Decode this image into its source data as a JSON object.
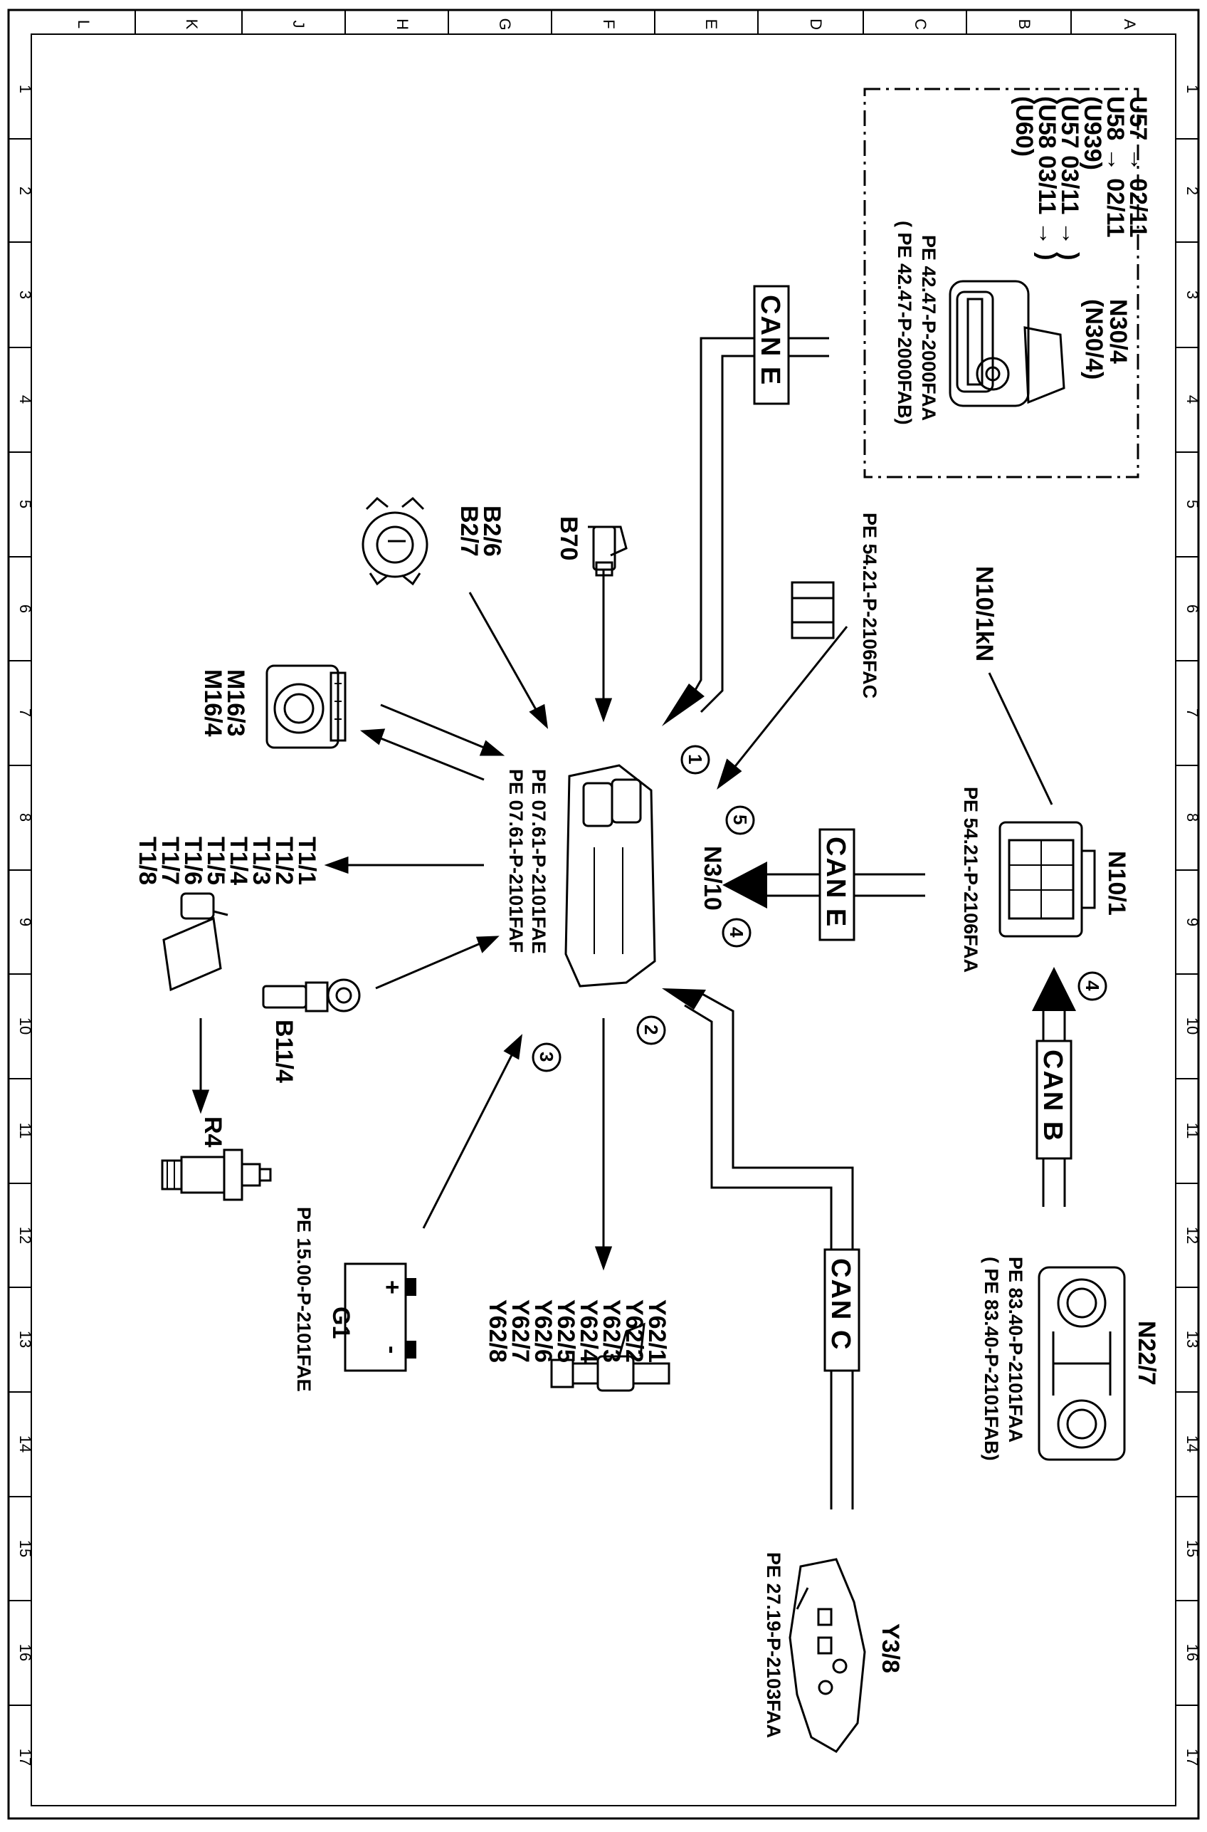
{
  "grid": {
    "letters": [
      "L",
      "K",
      "J",
      "H",
      "G",
      "F",
      "E",
      "D",
      "C",
      "B",
      "A"
    ],
    "numbers": [
      "1",
      "2",
      "3",
      "4",
      "5",
      "6",
      "7",
      "8",
      "9",
      "10",
      "11",
      "12",
      "13",
      "14",
      "15",
      "16",
      "17"
    ]
  },
  "variants_box": {
    "lines": [
      "U57  → 02/11",
      "U58  → 02/11",
      "(U939)",
      "(U57 03/11 → )",
      "(U58 03/11 → )",
      "(U60)"
    ]
  },
  "components": {
    "n30_4": {
      "labels": [
        "N30/4",
        "(N30/4)"
      ],
      "refs": [
        "PE  42.47-P-2000FAA",
        "( PE  42.47-P-2000FAB)"
      ]
    },
    "n10_1kn": {
      "label": "N10/1kN",
      "ref": "PE  54.21-P-2106FAC"
    },
    "n10_1": {
      "label": "N10/1",
      "ref": "PE  54.21-P-2106FAA"
    },
    "n22_7": {
      "label": "N22/7",
      "refs": [
        "PE  83.40-P-2101FAA",
        "( PE  83.40-P-2101FAB)"
      ]
    },
    "y3_8": {
      "label": "Y3/8",
      "ref": "PE  27.19-P-2103FAA"
    },
    "n3_10": {
      "label": "N3/10",
      "refs": [
        "PE  07.61-P-2101FAE",
        "PE  07.61-P-2101FAF"
      ]
    },
    "b70": {
      "label": "B70"
    },
    "b2": {
      "labels": [
        "B2/6",
        "B2/7"
      ]
    },
    "m16": {
      "labels": [
        "M16/3",
        "M16/4"
      ]
    },
    "t1": {
      "labels": [
        "T1/1",
        "T1/2",
        "T1/3",
        "T1/4",
        "T1/5",
        "T1/6",
        "T1/7",
        "T1/8"
      ]
    },
    "b11_4": {
      "label": "B11/4"
    },
    "r4": {
      "label": "R4"
    },
    "g1": {
      "label": "G1",
      "ref": "PE  15.00-P-2101FAE",
      "plus": "+",
      "minus": "-"
    },
    "y62": {
      "labels": [
        "Y62/1",
        "Y62/2",
        "Y62/3",
        "Y62/4",
        "Y62/5",
        "Y62/6",
        "Y62/7",
        "Y62/8"
      ]
    }
  },
  "buses": {
    "can_e_top": "CAN E",
    "can_e_mid": "CAN E",
    "can_b": "CAN B",
    "can_c": "CAN C"
  },
  "callouts": {
    "c1": "1",
    "c2": "2",
    "c3": "3",
    "c4a": "4",
    "c4b": "4",
    "c5": "5"
  }
}
